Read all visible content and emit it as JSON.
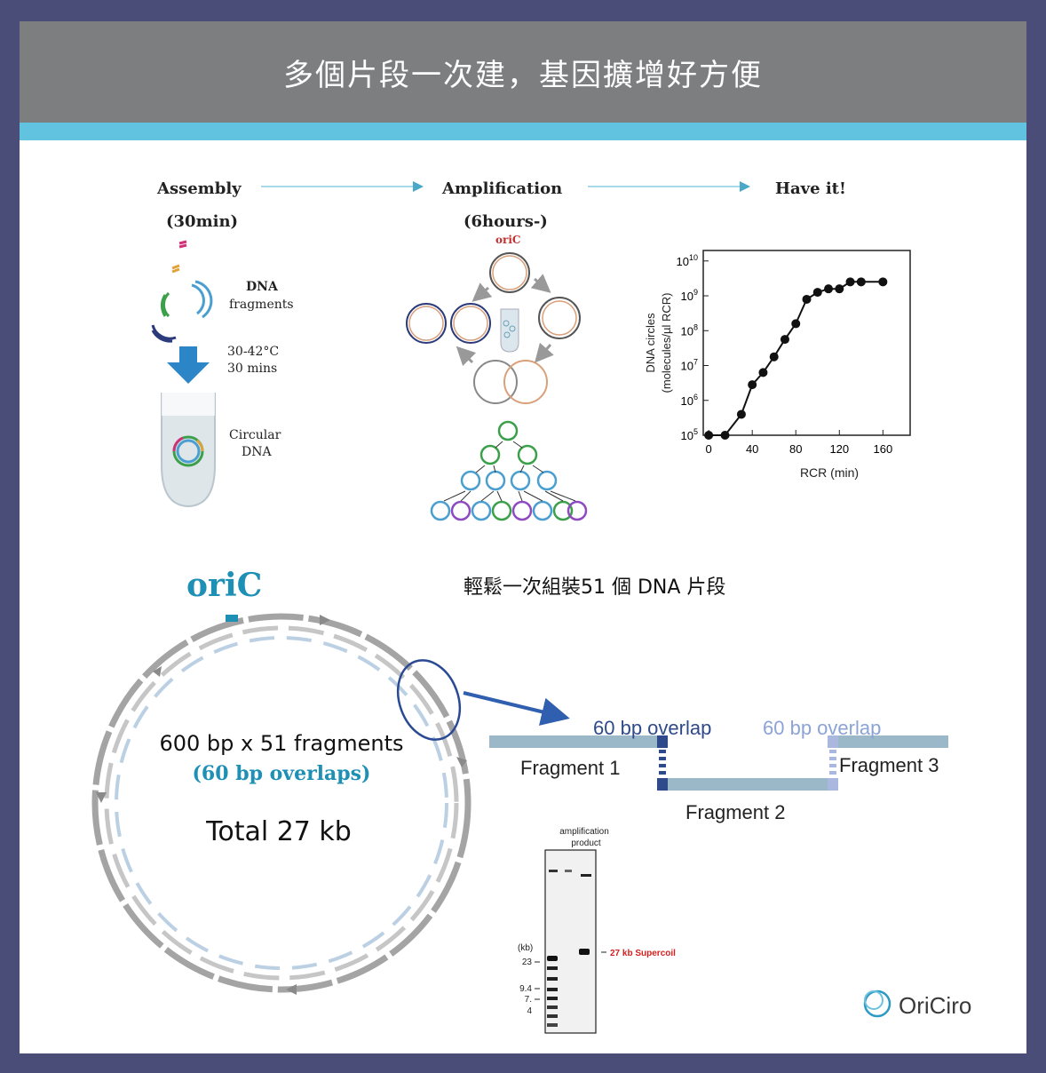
{
  "banner": {
    "title": "多個片段一次建，基因擴增好方便"
  },
  "workflow": {
    "step1_title": "Assembly",
    "step1_time": "(30min)",
    "step2_title": "Amplification",
    "step2_time": "(6hours-)",
    "step3_title": "Have it!",
    "dna_fragments_1": "DNA",
    "dna_fragments_2": "fragments",
    "temp_1": "30-42°C",
    "temp_2": "30 mins",
    "circular_1": "Circular",
    "circular_2": "DNA",
    "oric_small": "oriC"
  },
  "chart_data": {
    "type": "line",
    "xlabel": "RCR (min)",
    "ylabel": [
      "DNA circles",
      "(molecules/µl RCR)"
    ],
    "x_ticks": [
      "0",
      "40",
      "80",
      "120",
      "160"
    ],
    "y_ticks": [
      "10^5",
      "10^6",
      "10^7",
      "10^8",
      "10^9",
      "10^10"
    ],
    "xlim": [
      -5,
      185
    ],
    "ylim": [
      5,
      10.3
    ],
    "y_scale": "log10",
    "series": [
      {
        "x": [
          0,
          15,
          30,
          40,
          50,
          60,
          70,
          80,
          90,
          100,
          110,
          120,
          130,
          140,
          160
        ],
        "y": [
          5.0,
          5.0,
          5.6,
          6.45,
          6.8,
          7.25,
          7.75,
          8.2,
          8.9,
          9.1,
          9.2,
          9.2,
          9.4,
          9.4,
          9.4
        ]
      }
    ],
    "grid": false
  },
  "bottom": {
    "oric_label": "oriC",
    "caption": "輕鬆一次組裝51 個 DNA 片段",
    "circle_text_1": "600 bp x 51 fragments",
    "circle_text_2": "(60 bp overlaps)",
    "circle_text_3": "Total 27 kb",
    "overlap_1": "60 bp overlap",
    "overlap_2": "60 bp overlap",
    "fragment_1": "Fragment 1",
    "fragment_2": "Fragment 2",
    "fragment_3": "Fragment 3"
  },
  "gel": {
    "header_1": "amplification",
    "header_2": "product",
    "kb_label": "(kb)",
    "markers": [
      "23",
      "9.4",
      "7.",
      "4"
    ],
    "band_label": "27 kb Supercoil"
  },
  "brand": {
    "name": "OriCiro"
  },
  "colors": {
    "border": "#4a4d78",
    "banner": "#7d7e80",
    "stripe": "#62c3e1",
    "oric": "#1e8fb5",
    "overlap_dark": "#2f4a8a",
    "overlap_light": "#8ba3d6",
    "fragment_bar": "#9bb8c8",
    "supercoil": "#d42020"
  }
}
